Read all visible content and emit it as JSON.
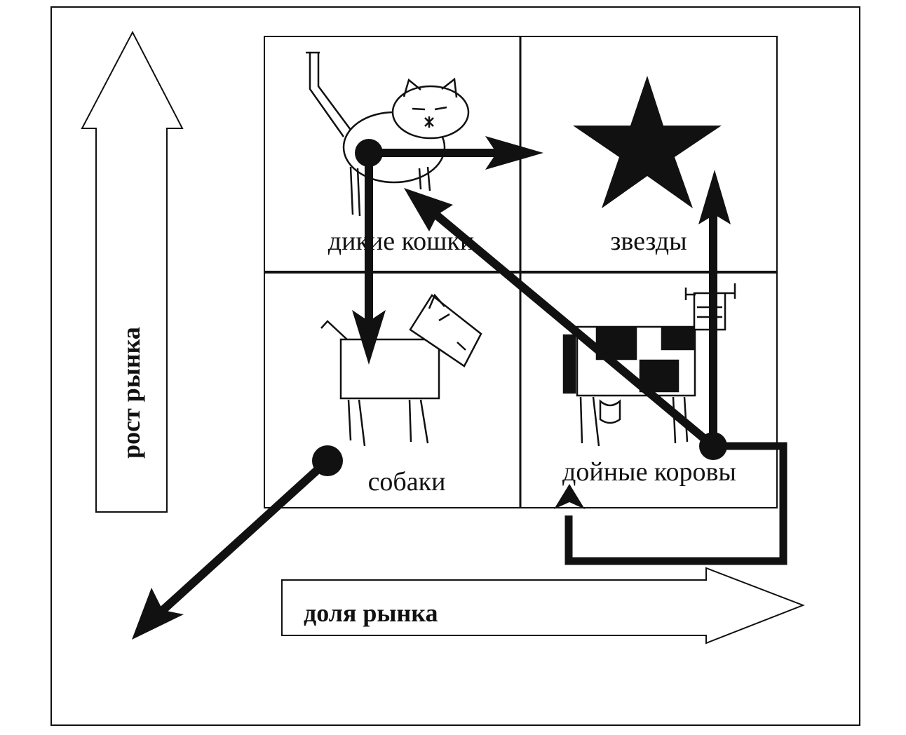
{
  "colors": {
    "ink": "#111111",
    "paper": "#ffffff"
  },
  "axes": {
    "vertical_label": "рост рынка",
    "horizontal_label": "доля рынка"
  },
  "quadrants": {
    "top_left": {
      "label": "дикие кошки",
      "icon": "cat-icon"
    },
    "top_right": {
      "label": "звезды",
      "icon": "star-icon"
    },
    "bottom_left": {
      "label": "собаки",
      "icon": "dog-icon"
    },
    "bottom_right": {
      "label": "дойные коровы",
      "icon": "cow-icon"
    }
  }
}
